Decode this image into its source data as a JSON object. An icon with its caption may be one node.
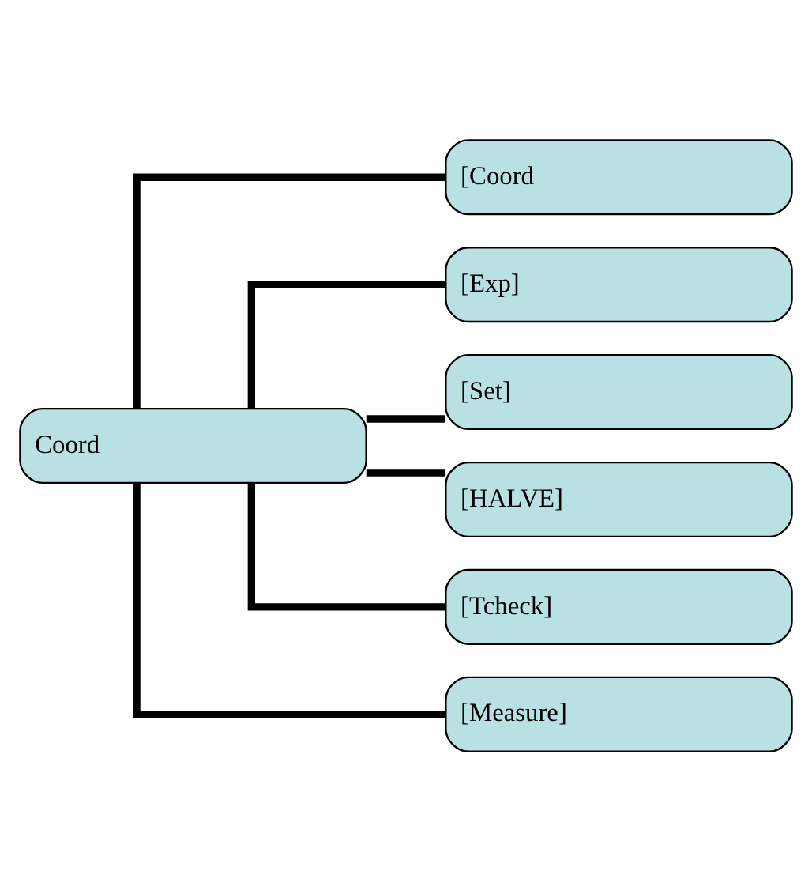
{
  "diagram": {
    "nodes": [
      {
        "text": [
          "Coord"
        ]
      },
      {
        "text": [
          "[Coord"
        ]
      },
      {
        "text": [
          "[Exp]"
        ]
      },
      {
        "text": [
          "[Set]"
        ]
      },
      {
        "text": [
          "[HALVE]"
        ]
      },
      {
        "text": [
          "[Tcheck]"
        ]
      },
      {
        "text": [
          "[Measure]"
        ]
      }
    ],
    "edges": [
      {
        "from": 0,
        "to": 1,
        "arrow": "none"
      },
      {
        "from": 0,
        "to": 2,
        "arrow": "none"
      },
      {
        "from": 0,
        "to": 3,
        "arrow": "none"
      },
      {
        "from": 0,
        "to": 4,
        "arrow": "none"
      },
      {
        "from": 0,
        "to": 5,
        "arrow": "none"
      },
      {
        "from": 0,
        "to": 6,
        "arrow": "none"
      }
    ]
  }
}
